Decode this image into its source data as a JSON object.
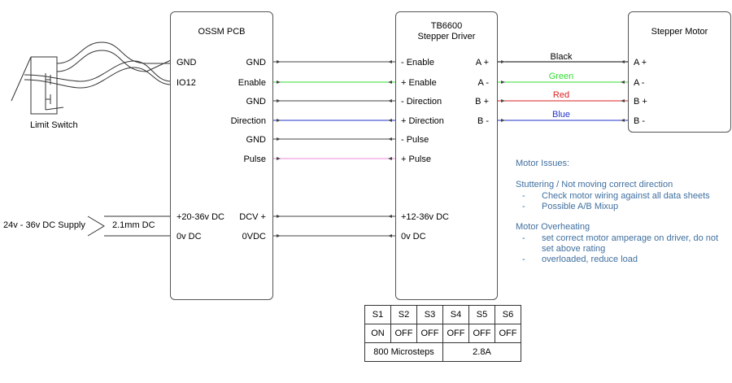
{
  "ossm": {
    "title": "OSSM PCB",
    "left_pins": [
      "GND",
      "IO12",
      "+20-36v DC",
      "0v DC"
    ],
    "right_pins": [
      "GND",
      "Enable",
      "GND",
      "Direction",
      "GND",
      "Pulse",
      "DCV +",
      "0VDC"
    ]
  },
  "driver": {
    "title_line1": "TB6600",
    "title_line2": "Stepper Driver",
    "left_pins": [
      "- Enable",
      "+ Enable",
      "- Direction",
      "+ Direction",
      "- Pulse",
      "+ Pulse",
      "+12-36v DC",
      "0v DC"
    ],
    "right_pins": [
      "A +",
      "A -",
      "B +",
      "B -"
    ]
  },
  "motor": {
    "title": "Stepper Motor",
    "pins": [
      "A +",
      "A -",
      "B +",
      "B -"
    ]
  },
  "wires": {
    "labels": [
      "Black",
      "Green",
      "Red",
      "Blue"
    ],
    "colors": {
      "black": "#000000",
      "green": "#33dd33",
      "red": "#dd2222",
      "blue": "#2233cc",
      "pink": "#ee88dd",
      "neutral": "#444444"
    }
  },
  "limit_switch": {
    "label": "Limit Switch"
  },
  "supply": {
    "label": "24v - 36v DC Supply",
    "connector": "2.1mm DC"
  },
  "notes": {
    "title": "Motor Issues:",
    "group1_title": "Stuttering / Not moving correct direction",
    "group1_items": [
      "Check motor wiring against all data sheets",
      "Possible A/B Mixup"
    ],
    "group2_title": "Motor Overheating",
    "group2_items": [
      "set correct motor amperage on driver, do not",
      "set above rating",
      "overloaded, reduce load"
    ],
    "bullet": "-"
  },
  "dip_switches": {
    "headers": [
      "S1",
      "S2",
      "S3",
      "S4",
      "S5",
      "S6"
    ],
    "states": [
      "ON",
      "OFF",
      "OFF",
      "OFF",
      "OFF",
      "OFF"
    ],
    "microsteps": "800 Microsteps",
    "current": "2.8A"
  }
}
